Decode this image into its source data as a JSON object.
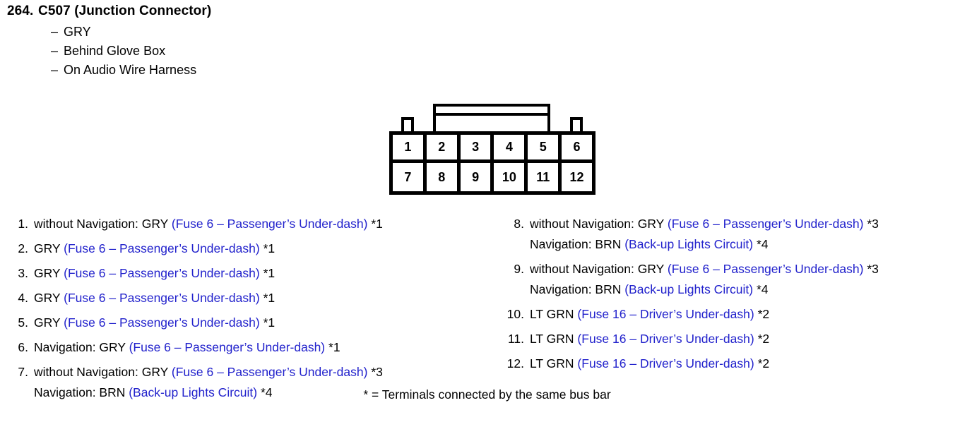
{
  "header": {
    "number": "264.",
    "title": "C507 (Junction Connector)",
    "details": [
      "GRY",
      "Behind Glove Box",
      "On Audio Wire Harness"
    ],
    "dash": "–"
  },
  "connector": {
    "name": "12-pin junction connector",
    "rows": [
      [
        "1",
        "2",
        "3",
        "4",
        "5",
        "6"
      ],
      [
        "7",
        "8",
        "9",
        "10",
        "11",
        "12"
      ]
    ]
  },
  "colors": {
    "circuit_blue": "#2222CC",
    "text_black": "#000000"
  },
  "terminals": {
    "left_column": [
      {
        "number": "1.",
        "lines": [
          {
            "prefix": "without Navigation: GRY ",
            "circuit": "(Fuse 6 – Passenger’s Under-dash)",
            "suffix": " *1"
          }
        ]
      },
      {
        "number": "2.",
        "lines": [
          {
            "prefix": "GRY ",
            "circuit": "(Fuse 6 – Passenger’s Under-dash)",
            "suffix": " *1"
          }
        ]
      },
      {
        "number": "3.",
        "lines": [
          {
            "prefix": "GRY ",
            "circuit": "(Fuse 6 – Passenger’s Under-dash)",
            "suffix": " *1"
          }
        ]
      },
      {
        "number": "4.",
        "lines": [
          {
            "prefix": "GRY ",
            "circuit": "(Fuse 6 – Passenger’s Under-dash)",
            "suffix": " *1"
          }
        ]
      },
      {
        "number": "5.",
        "lines": [
          {
            "prefix": "GRY ",
            "circuit": "(Fuse 6 – Passenger’s Under-dash)",
            "suffix": " *1"
          }
        ]
      },
      {
        "number": "6.",
        "lines": [
          {
            "prefix": "Navigation: GRY ",
            "circuit": "(Fuse 6 – Passenger’s Under-dash)",
            "suffix": " *1"
          }
        ]
      },
      {
        "number": "7.",
        "lines": [
          {
            "prefix": "without Navigation: GRY ",
            "circuit": "(Fuse 6 – Passenger’s Under-dash)",
            "suffix": " *3"
          },
          {
            "prefix": "Navigation: BRN ",
            "circuit": "(Back-up Lights Circuit)",
            "suffix": " *4"
          }
        ]
      }
    ],
    "right_column": [
      {
        "number": "8.",
        "lines": [
          {
            "prefix": "without Navigation: GRY ",
            "circuit": "(Fuse 6 – Passenger’s Under-dash)",
            "suffix": " *3"
          },
          {
            "prefix": "Navigation: BRN ",
            "circuit": "(Back-up Lights Circuit)",
            "suffix": " *4"
          }
        ]
      },
      {
        "number": "9.",
        "lines": [
          {
            "prefix": "without Navigation: GRY ",
            "circuit": "(Fuse 6 – Passenger’s Under-dash)",
            "suffix": " *3"
          },
          {
            "prefix": "Navigation: BRN ",
            "circuit": "(Back-up Lights Circuit)",
            "suffix": " *4"
          }
        ]
      },
      {
        "number": "10.",
        "lines": [
          {
            "prefix": "LT GRN ",
            "circuit": "(Fuse 16 – Driver’s Under-dash)",
            "suffix": " *2"
          }
        ]
      },
      {
        "number": "11.",
        "lines": [
          {
            "prefix": "LT GRN ",
            "circuit": "(Fuse 16 – Driver’s Under-dash)",
            "suffix": " *2"
          }
        ]
      },
      {
        "number": "12.",
        "lines": [
          {
            "prefix": "LT GRN ",
            "circuit": "(Fuse 16 – Driver’s Under-dash)",
            "suffix": " *2"
          }
        ]
      }
    ]
  },
  "footnote": "* = Terminals connected by the same bus bar"
}
